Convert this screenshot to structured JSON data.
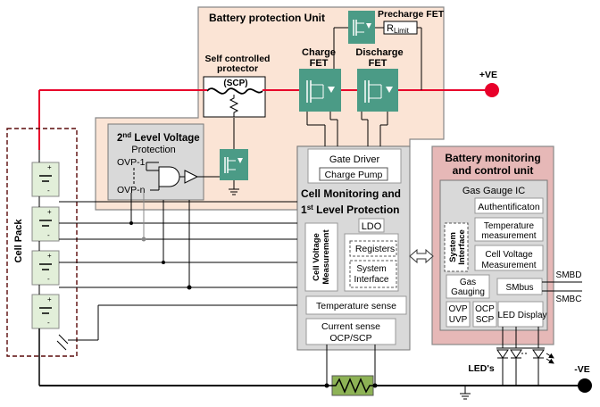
{
  "bpu": {
    "title": "Battery protection Unit",
    "scp_line1": "Self controlled",
    "scp_line2": "protector",
    "scp_box": "(SCP)",
    "charge_fet_1": "Charge",
    "charge_fet_2": "FET",
    "discharge_fet_1": "Discharge",
    "discharge_fet_2": "FET",
    "precharge_fet": "Precharge FET",
    "r_limit_r": "R",
    "r_limit_sub": "Limit",
    "second_level_sup": "nd",
    "second_level_2": "2",
    "second_level_rest": " Level Voltage",
    "second_level_line2": "Protection",
    "ovp1": "OVP-1",
    "ovpn": "OVP-n"
  },
  "cmp": {
    "gate_driver": "Gate Driver",
    "charge_pump": "Charge Pump",
    "title_line1": "Cell Monitoring and",
    "title_line2_pre": "1",
    "title_line2_sup": "st",
    "title_line2_rest": " Level Protection",
    "ldo": "LDO",
    "cvm_1": "Cell Voltage",
    "cvm_2": "Measurement",
    "registers": "Registers",
    "sys_if_1": "System",
    "sys_if_2": "Interface",
    "temp_sense": "Temperature sense",
    "current_sense_1": "Current sense",
    "current_sense_2": "OCP/SCP"
  },
  "bmcu": {
    "title_1": "Battery monitoring",
    "title_2": "and control unit",
    "gas_gauge": "Gas Gauge IC",
    "auth": "Authentificaton",
    "temp_1": "Temperature",
    "temp_2": "measurement",
    "cvm_1": "Cell Voltage",
    "cvm_2": "Measurement",
    "sys_if_1": "System",
    "sys_if_2": "Interface",
    "gas_1": "Gas",
    "gas_2": "Gauging",
    "smbus": "SMbus",
    "ovp": "OVP",
    "uvp": "UVP",
    "ocp": "OCP",
    "scp": "SCP",
    "led_display": "LED Display",
    "smbd": "SMBD",
    "smbc": "SMBC"
  },
  "cell_pack": "Cell Pack",
  "pos_terminal": "+VE",
  "neg_terminal": "-VE",
  "leds": "LED's",
  "colors": {
    "bpu_fill": "#fbe4d5",
    "bmcu_fill": "#e6b8b7",
    "gray_box": "#d9d9d9",
    "fet_green": "#4b9b86",
    "cell_fill": "#e2efd9",
    "resistor_green": "#8db255",
    "red_wire": "#e8002a"
  },
  "icons": [
    "fet-icon",
    "battery-cell-icon",
    "and-gate-icon",
    "buffer-icon",
    "ground-icon",
    "led-icon",
    "thermistor-icon",
    "fuse-icon",
    "resistor-icon",
    "double-arrow-icon"
  ]
}
